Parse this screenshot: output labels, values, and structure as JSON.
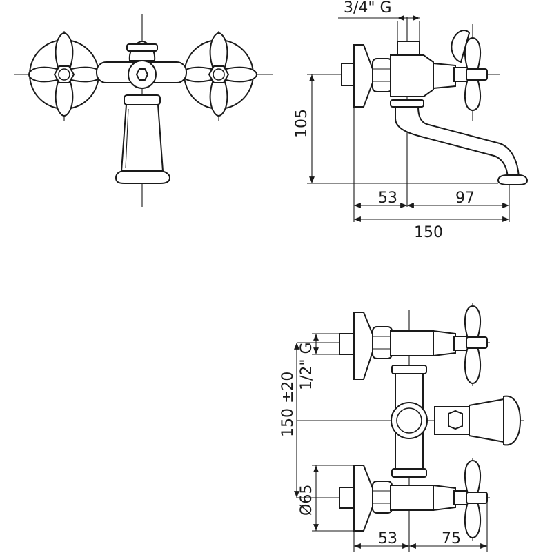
{
  "side_view": {
    "thread_top": "3/4\" G",
    "height": "105",
    "dim_wall_to_axis": "53",
    "dim_axis_to_spout": "97",
    "overall_length": "150"
  },
  "top_view": {
    "thread_side": "1/2\" G",
    "center_distance": "150 ±20",
    "flange_diameter": "Ø65",
    "dim_wall_to_axis": "53",
    "dim_axis_to_handle": "75"
  }
}
